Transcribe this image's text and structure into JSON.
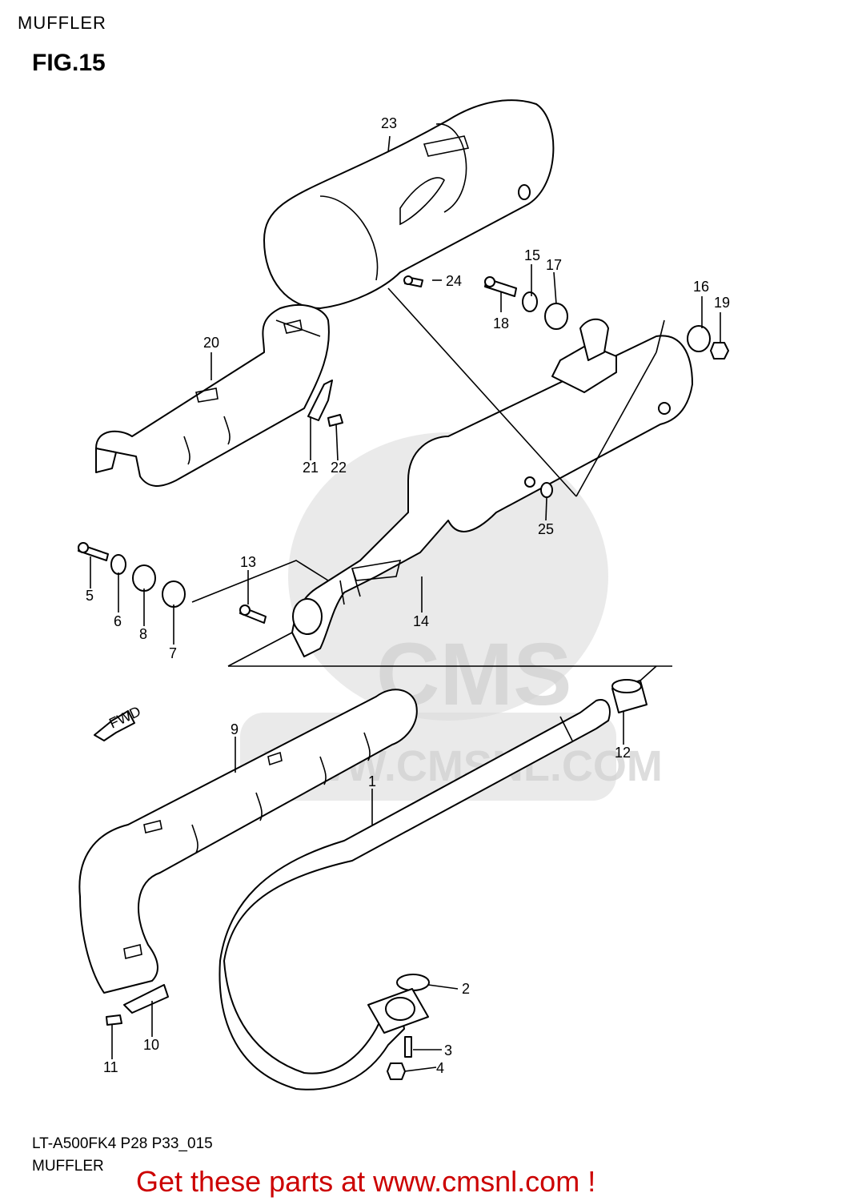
{
  "header": {
    "section_title": "MUFFLER",
    "figure_label": "FIG.15"
  },
  "watermark": {
    "brand": "CMS",
    "url": "WWW.CMSNL.COM"
  },
  "fwd_label": "FWD",
  "callouts": [
    "1",
    "2",
    "3",
    "4",
    "5",
    "6",
    "7",
    "8",
    "9",
    "10",
    "11",
    "12",
    "13",
    "14",
    "15",
    "16",
    "17",
    "18",
    "19",
    "20",
    "21",
    "22",
    "23",
    "24",
    "25"
  ],
  "footer": {
    "diagram_code": "LT-A500FK4 P28 P33_015",
    "diagram_name": "MUFFLER",
    "promo_text": "Get these parts at www.cmsnl.com !"
  },
  "colors": {
    "promo": "#cc0000",
    "line_art": "#000000",
    "watermark": "#d0d0d0"
  }
}
